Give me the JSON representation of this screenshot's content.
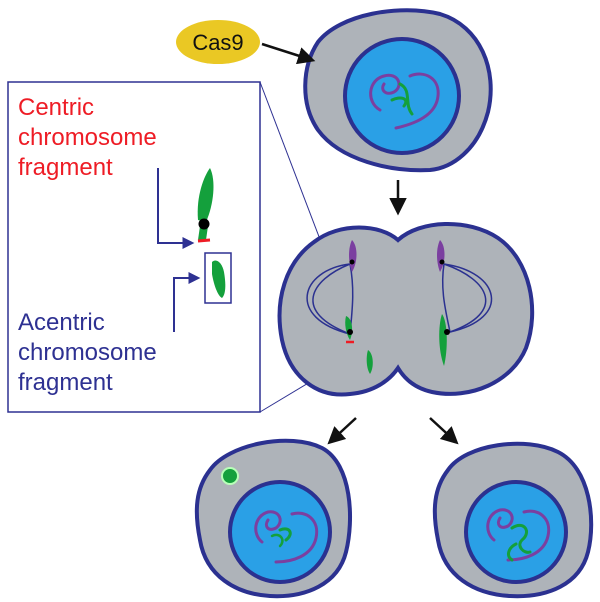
{
  "cas9": {
    "label": "Cas9"
  },
  "inset": {
    "centric_label": [
      "Centric",
      "chromosome",
      "fragment"
    ],
    "acentric_label": [
      "Acentric",
      "chromosome",
      "fragment"
    ]
  },
  "colors": {
    "cell_fill": "#aeb3b9",
    "cell_outline": "#2b3190",
    "nucleus_fill": "#2aa0e6",
    "chromosome_purple": "#7b3fa0",
    "chromosome_green": "#14a03c",
    "cas9_fill": "#eac824",
    "centric_text": "#ee1c25",
    "acentric_text": "#2e3192",
    "arrow": "#111111"
  }
}
